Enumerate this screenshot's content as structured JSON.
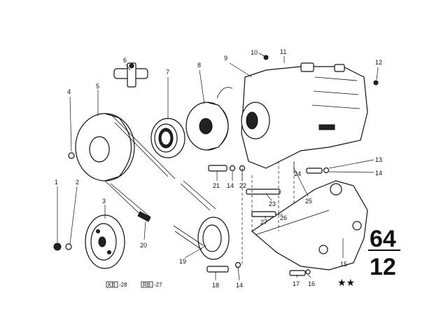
{
  "callouts": [
    {
      "id": "c1",
      "text": "1"
    },
    {
      "id": "c2",
      "text": "2"
    },
    {
      "id": "c3",
      "text": "3"
    },
    {
      "id": "c4",
      "text": "4"
    },
    {
      "id": "c5",
      "text": "5"
    },
    {
      "id": "c6",
      "text": "6"
    },
    {
      "id": "c7",
      "text": "7"
    },
    {
      "id": "c8",
      "text": "8"
    },
    {
      "id": "c9",
      "text": "9"
    },
    {
      "id": "c10",
      "text": "10"
    },
    {
      "id": "c11",
      "text": "11"
    },
    {
      "id": "c12",
      "text": "12"
    },
    {
      "id": "c13",
      "text": "13"
    },
    {
      "id": "c14a",
      "text": "14"
    },
    {
      "id": "c14b",
      "text": "14"
    },
    {
      "id": "c14c",
      "text": "14"
    },
    {
      "id": "c15",
      "text": "15"
    },
    {
      "id": "c16",
      "text": "16"
    },
    {
      "id": "c17",
      "text": "17"
    },
    {
      "id": "c18",
      "text": "18"
    },
    {
      "id": "c19",
      "text": "19"
    },
    {
      "id": "c20",
      "text": "20"
    },
    {
      "id": "c21",
      "text": "21"
    },
    {
      "id": "c22",
      "text": "22"
    },
    {
      "id": "c23",
      "text": "23"
    },
    {
      "id": "c24",
      "text": "24"
    },
    {
      "id": "c25",
      "text": "25"
    },
    {
      "id": "c26",
      "text": "26"
    },
    {
      "id": "c27",
      "text": "27"
    }
  ],
  "group_number": {
    "top": "64",
    "bottom": "12"
  },
  "references": [
    {
      "box": "KB",
      "text": "-28"
    },
    {
      "box": "RB",
      "text": "-27"
    }
  ],
  "stars": "★★"
}
